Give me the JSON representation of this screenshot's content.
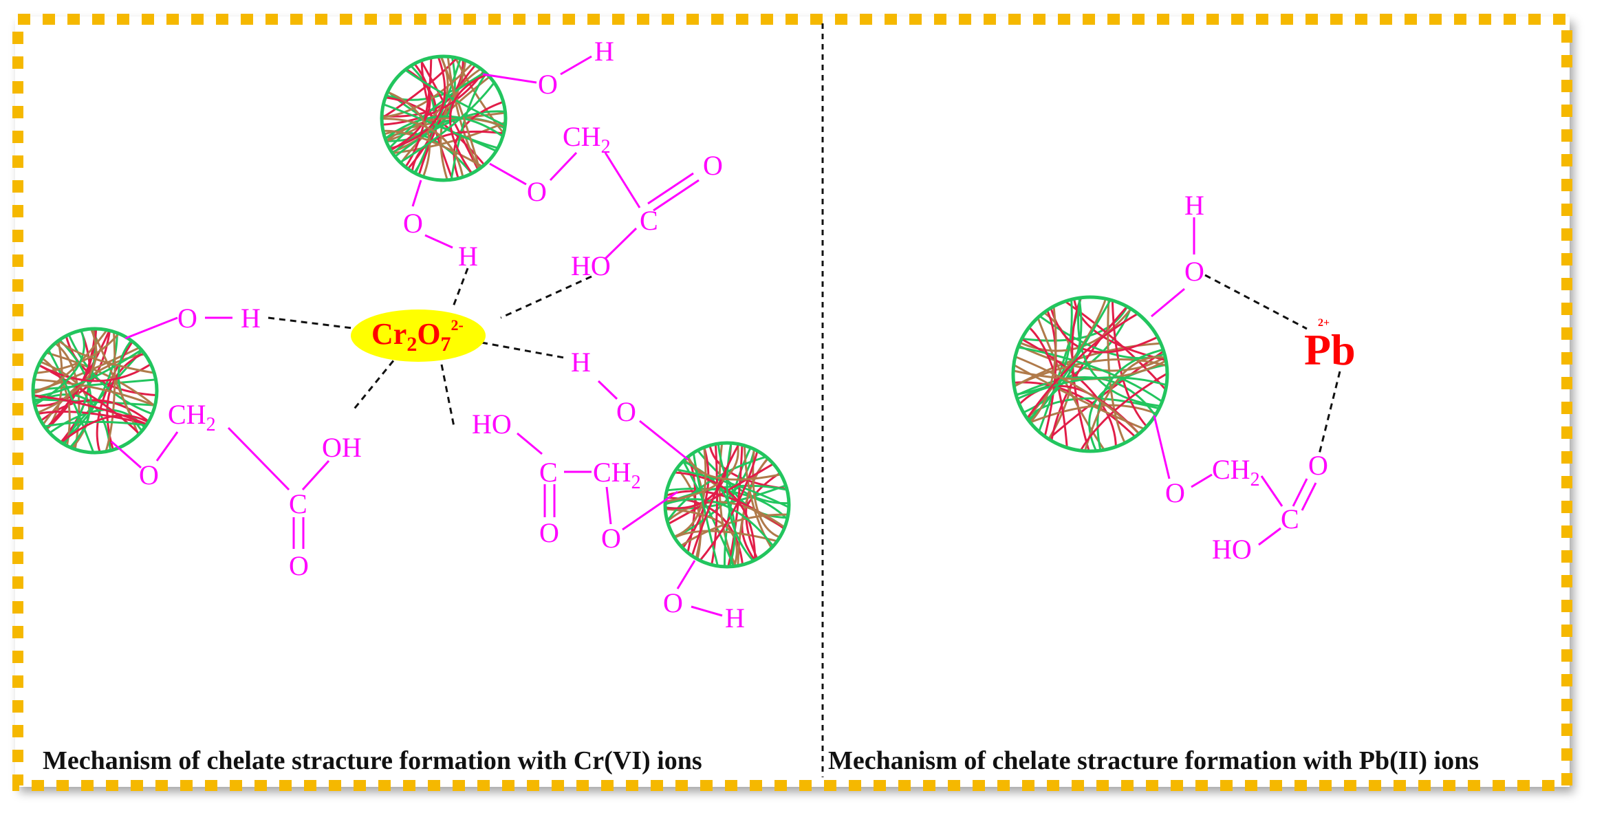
{
  "colors": {
    "frame_dash": "#f5b800",
    "atom": "#ff00ff",
    "ion": "#ff0000",
    "ion_highlight": "#ffff00",
    "fiber_green": "#22c55e",
    "fiber_red": "#e11d48",
    "fiber_brown": "#b07a4a"
  },
  "left_panel": {
    "caption": "Mechanism of chelate stracture formation with Cr(VI) ions",
    "ion": {
      "main": "Cr",
      "sub1": "2",
      "mid": "O",
      "sub2": "7",
      "charge": "2-"
    },
    "labels": {
      "top_h": "H",
      "top_o": "O",
      "top_ch": "CH",
      "top_ch_sub": "2",
      "top_o_ether": "O",
      "top_o_double": "O",
      "top_c": "C",
      "top_ho": "HO",
      "top_o_low": "O",
      "top_h_low": "H",
      "left_o": "O",
      "left_h": "H",
      "left_ch": "CH",
      "left_ch_sub": "2",
      "left_o_ether": "O",
      "left_oh": "OH",
      "left_c": "C",
      "left_o_double": "O",
      "right_h": "H",
      "right_o": "O",
      "right_ho": "HO",
      "right_c": "C",
      "right_ch": "CH",
      "right_ch_sub": "2",
      "right_o_double": "O",
      "right_o_ether": "O",
      "right_o_bottom": "O",
      "right_h_bottom": "H"
    }
  },
  "right_panel": {
    "caption": "Mechanism of chelate stracture formation with Pb(II) ions",
    "ion": {
      "symbol": "Pb",
      "charge": "2+"
    },
    "labels": {
      "h": "H",
      "o": "O",
      "o_ether": "O",
      "ch": "CH",
      "ch_sub": "2",
      "o_double": "O",
      "c": "C",
      "ho": "HO"
    }
  }
}
